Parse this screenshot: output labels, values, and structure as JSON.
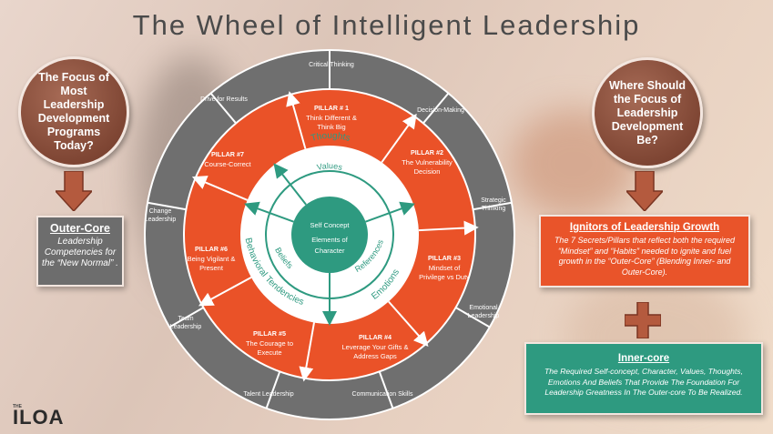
{
  "title": "The Wheel of Intelligent Leadership",
  "left_question": "The Focus of Most Leadership Development Programs Today?",
  "right_question": "Where Should the Focus of Leadership Development Be?",
  "outer_core": {
    "heading": "Outer-Core",
    "text": "Leadership Competencies for the “New Normal” ."
  },
  "ignitors": {
    "heading": "Ignitors of Leadership Growth",
    "text": "The 7 Secrets/Pillars that reflect both the required “Mindset” and “Habits” needed to ignite and fuel growth in the “Outer-Core” (Blending Inner- and Outer-Core)."
  },
  "inner_core": {
    "heading": "Inner-core",
    "text": "The Required Self-concept, Character, Values, Thoughts, Emotions And Beliefs That Provide The Foundation For Leadership Greatness In The Outer-core To Be Realized."
  },
  "logo": {
    "text": "ILOA",
    "prefix": "THE"
  },
  "wheel": {
    "competencies": [
      "Critical Thinking",
      "Decision-Making",
      "Strategic Thinking",
      "Emotional Leadership",
      "Communication Skills",
      "Talent Leadership",
      "Team Leadership",
      "Change Leadership",
      "Drive for Results"
    ],
    "pillars": [
      {
        "title": "PILLAR # 1",
        "lines": [
          "Think Different &",
          "Think Big"
        ]
      },
      {
        "title": "PILLAR #2",
        "lines": [
          "The Vulnerability",
          "Decision"
        ]
      },
      {
        "title": "PILLAR #3",
        "lines": [
          "Mindset of",
          "Privilege vs Duty"
        ]
      },
      {
        "title": "PILLAR #4",
        "lines": [
          "Leverage Your Gifts &",
          "Address Gaps"
        ]
      },
      {
        "title": "PILLAR #5",
        "lines": [
          "The Courage to",
          "Execute"
        ]
      },
      {
        "title": "PILLAR #6",
        "lines": [
          "Being Vigilant &",
          "Present"
        ]
      },
      {
        "title": "PILLAR #7",
        "lines": [
          "Course-Correct"
        ]
      }
    ],
    "inner_ring": [
      "Thoughts",
      "Emotions",
      "Behavioral Tendencies"
    ],
    "middle_ring": [
      "Values",
      "References",
      "Beliefs"
    ],
    "center": [
      "Self Concept",
      "Elements of",
      "Character"
    ]
  },
  "colors": {
    "outer_ring": "#6f6f6f",
    "pillar_ring": "#ea5228",
    "inner_ring": "#ffffff",
    "middle_ring": "#ffffff",
    "center": "#2e9a80",
    "arrow": "#9a4a33"
  }
}
